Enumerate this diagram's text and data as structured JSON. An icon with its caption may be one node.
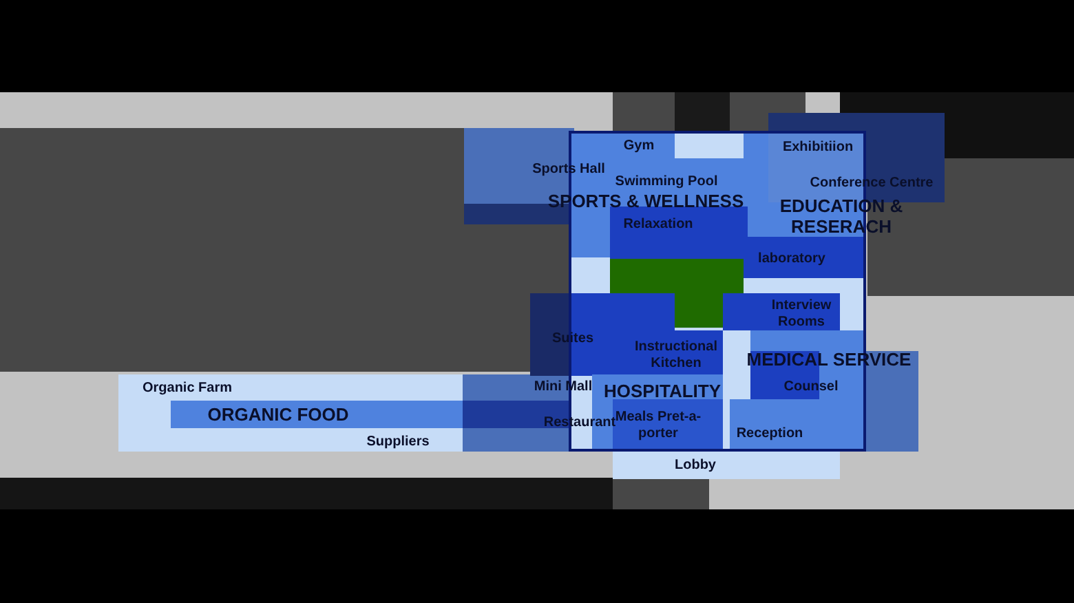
{
  "diagram": {
    "labels": [
      "Gym",
      "Exhibitiion",
      "Sports Hall",
      "Swimming Pool",
      "Conference Centre",
      "SPORTS & WELLNESS",
      "EDUCATION & RESERACH",
      "Relaxation",
      "laboratory",
      "Interview Rooms",
      "Suites",
      "Instructional Kitchen",
      "MEDICAL SERVICE",
      "Organic Farm",
      "Mini Mall",
      "HOSPITALITY",
      "Counsel",
      "ORGANIC FOOD",
      "Restaurant",
      "Meals Pret-a-porter",
      "Reception",
      "Suppliers",
      "Lobby"
    ]
  }
}
